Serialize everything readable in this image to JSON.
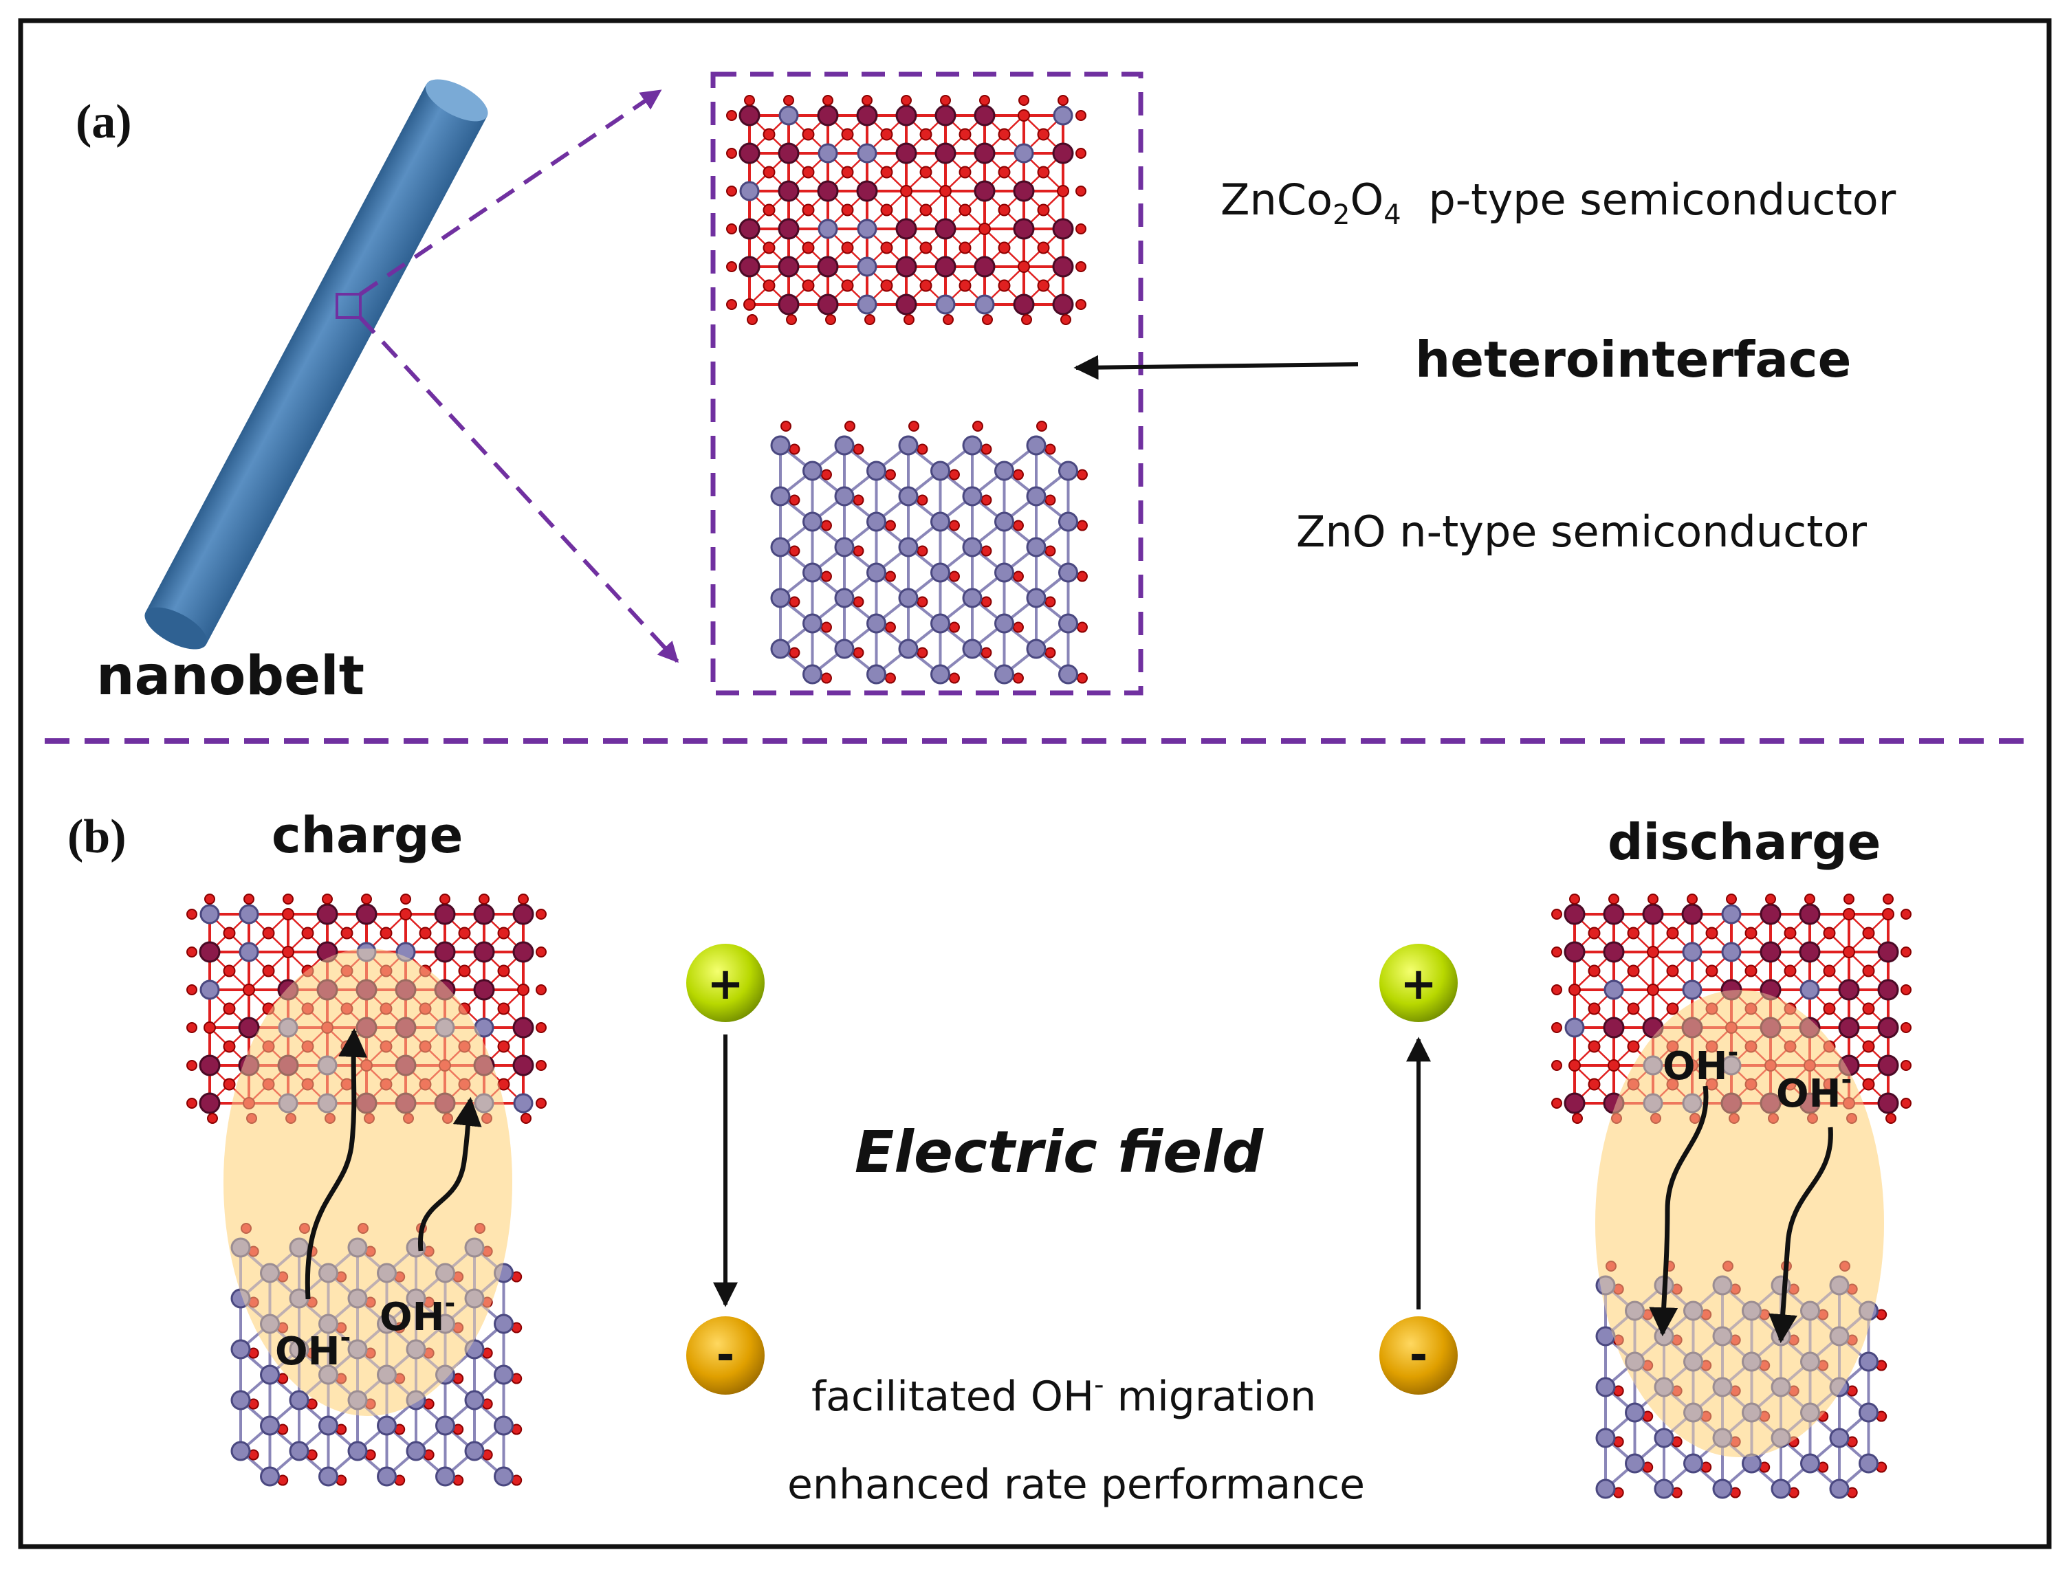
{
  "panel_a": {
    "label": "(a)",
    "nanobelt_label": "nanobelt",
    "top_layer": {
      "formula": "ZnCo",
      "formula_sub1": "2",
      "formula_mid": "O",
      "formula_sub2": "4",
      "description": "p-type semiconductor"
    },
    "heterointerface_label": "heterointerface",
    "bottom_layer_label": "ZnO n-type semiconductor"
  },
  "panel_b": {
    "label": "(b)",
    "charge_label": "charge",
    "discharge_label": "discharge",
    "electric_field_label": "Electric field",
    "plus_sign": "+",
    "minus_sign": "-",
    "hydroxide": "OH",
    "hydroxide_charge": "-",
    "caption_line1_start": "facilitated OH",
    "caption_line1_super": "-",
    "caption_line1_end": " migration",
    "caption_line2": "enhanced rate performance"
  },
  "colors": {
    "dashed_purple": "#7030a0",
    "nanobelt_blue": "#4a7fb0",
    "oxygen_red": "#e02020",
    "cobalt_maroon": "#8b1a4a",
    "zinc_lavender": "#8a86b8",
    "glow_yellow": "#ffd98a",
    "plus_ball": "#b8d800",
    "minus_ball": "#e0a000"
  }
}
